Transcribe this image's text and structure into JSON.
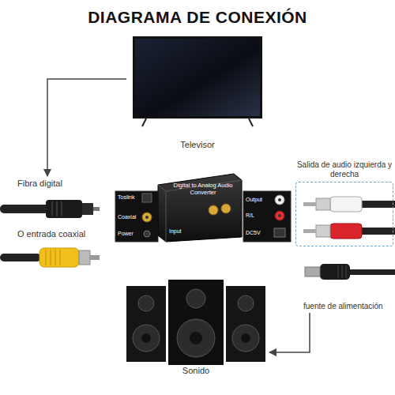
{
  "diagram": {
    "title": "DIAGRAMA DE CONEXIÓN",
    "nodes": [
      {
        "text": [
          "Televisor"
        ]
      },
      {
        "text": [
          "Fibra digital"
        ]
      },
      {
        "text": [
          "O entrada coaxial"
        ]
      },
      {
        "text": [
          "Digital to Analog Audio Converter"
        ]
      },
      {
        "text": [
          "Salida de audio izquierda y derecha"
        ]
      },
      {
        "text": [
          "fuente de alimentación"
        ]
      },
      {
        "text": [
          "Sonido"
        ]
      }
    ],
    "edges": [
      {
        "from": 0,
        "to": 1,
        "arrow": "to"
      },
      {
        "from": 5,
        "to": 6,
        "arrow": "to"
      }
    ],
    "labels": [
      "Toslink",
      "Coaxial",
      "Power",
      "Input",
      "Output",
      "R/L",
      "DC5V"
    ]
  }
}
